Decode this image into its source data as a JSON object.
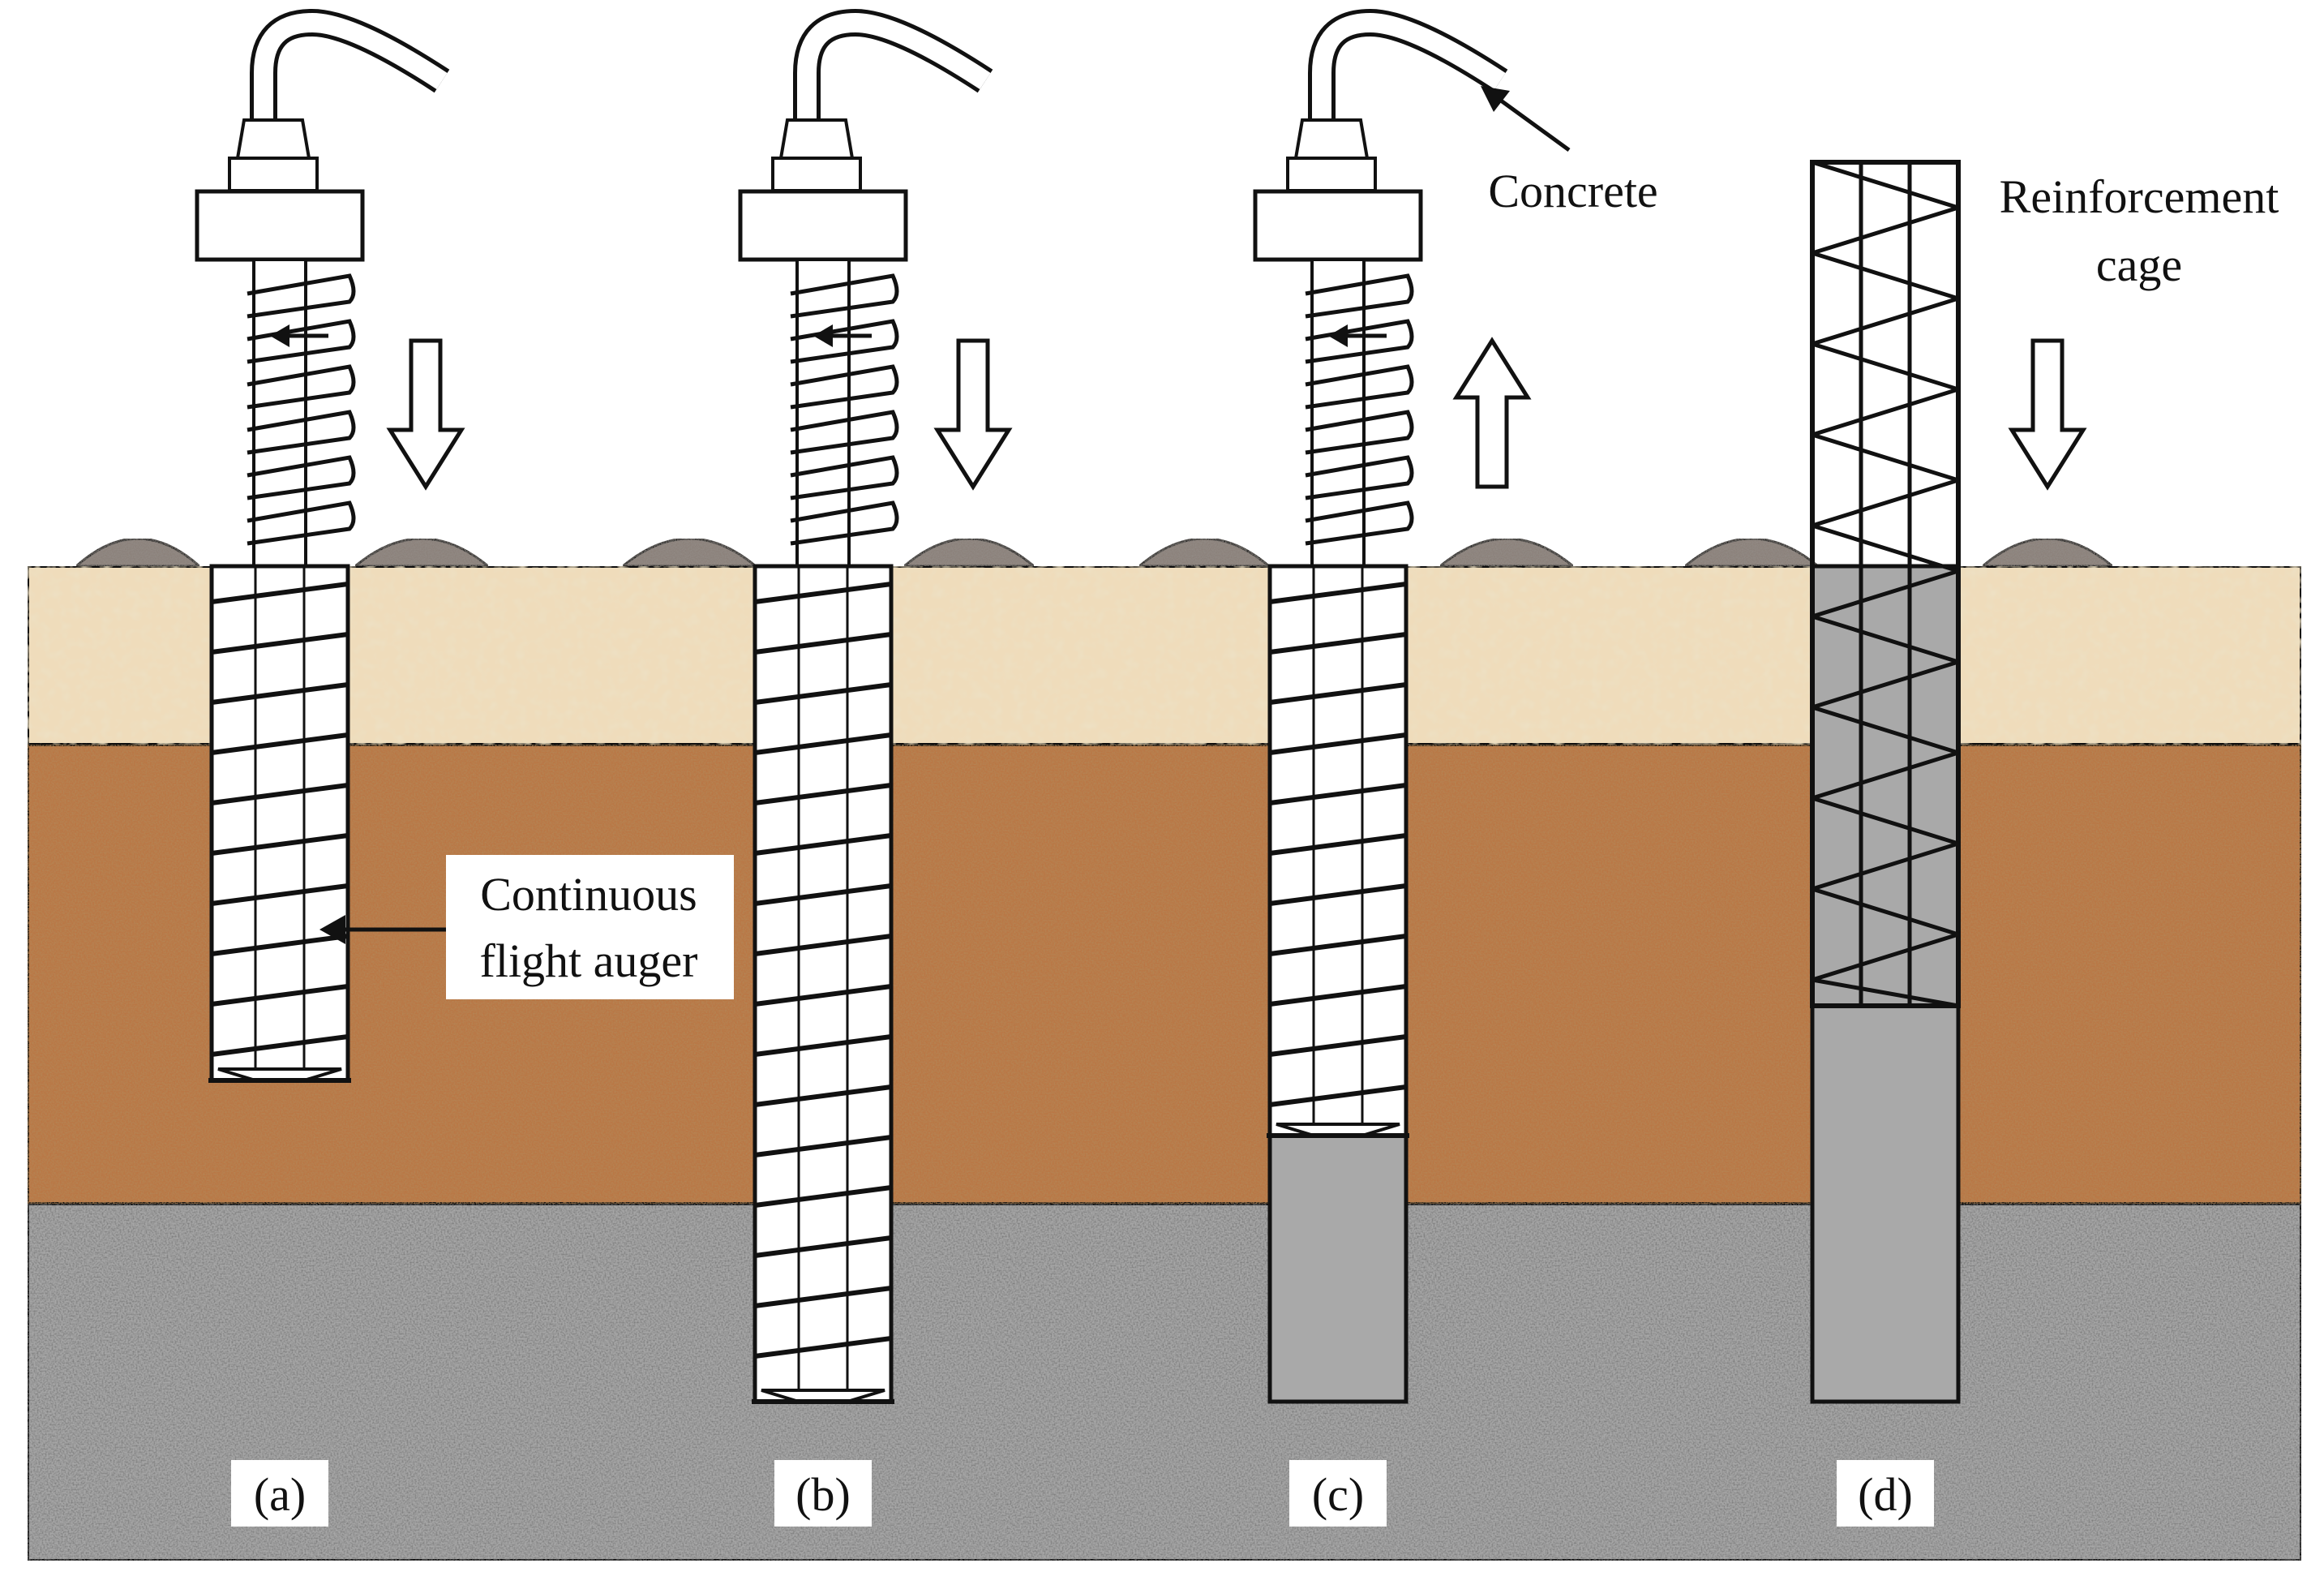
{
  "panels": [
    {
      "label": "(a)",
      "stage": "drilling-shallow"
    },
    {
      "label": "(b)",
      "stage": "drilling-full-depth"
    },
    {
      "label": "(c)",
      "stage": "withdraw-and-concrete"
    },
    {
      "label": "(d)",
      "stage": "insert-cage"
    }
  ],
  "annotations": {
    "auger_line1": "Continuous",
    "auger_line2": "flight auger",
    "concrete": "Concrete",
    "cage_line1": "Reinforcement",
    "cage_line2": "cage"
  },
  "soil_layers": [
    {
      "name": "top-layer",
      "color": "#efdcbb"
    },
    {
      "name": "middle-layer",
      "color": "#b97745"
    },
    {
      "name": "bottom-layer",
      "color": "#a6a6a6"
    }
  ],
  "colors": {
    "concrete": "#a9a9a9",
    "auger_body": "#ffffff",
    "outline": "#111111",
    "spoil": "#8b8079"
  },
  "movement_arrows": [
    "down",
    "down",
    "up",
    "down"
  ],
  "icons": [
    "spoil-mound-icon",
    "arrow-down-icon",
    "arrow-up-icon",
    "concrete-hose-icon"
  ]
}
